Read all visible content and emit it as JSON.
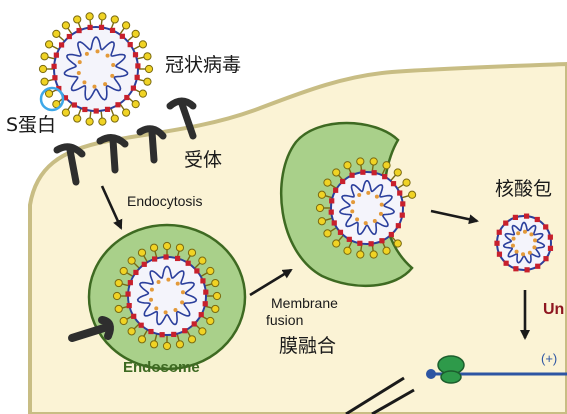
{
  "labels": {
    "coronavirus": "冠状病毒",
    "spike_protein": "S蛋白",
    "receptor": "受体",
    "endocytosis": "Endocytosis",
    "nucleocapsid": "核酸包",
    "membrane": "Membrane",
    "fusion": "fusion",
    "membrane_fusion_cn": "膜融合",
    "endosome": "Endosome",
    "cut_off_text": "Un",
    "strand_label": "(+)"
  },
  "colors": {
    "cell_fill": "#fbf3d5",
    "cell_outline": "#c8bd84",
    "vesicle_fill": "#a9d08a",
    "vesicle_outline": "#3e6a22",
    "envelope_red": "#c8202c",
    "rna_blue": "#2b3f9c",
    "spike_yellow": "#f0d324",
    "spike_outline": "#7a6a10",
    "receptor_dark": "#2e2e2e",
    "strand_blue": "#2d55a3",
    "ribosome_green": "#2e9a4a",
    "highlight_ring": "#3ea8e8"
  }
}
